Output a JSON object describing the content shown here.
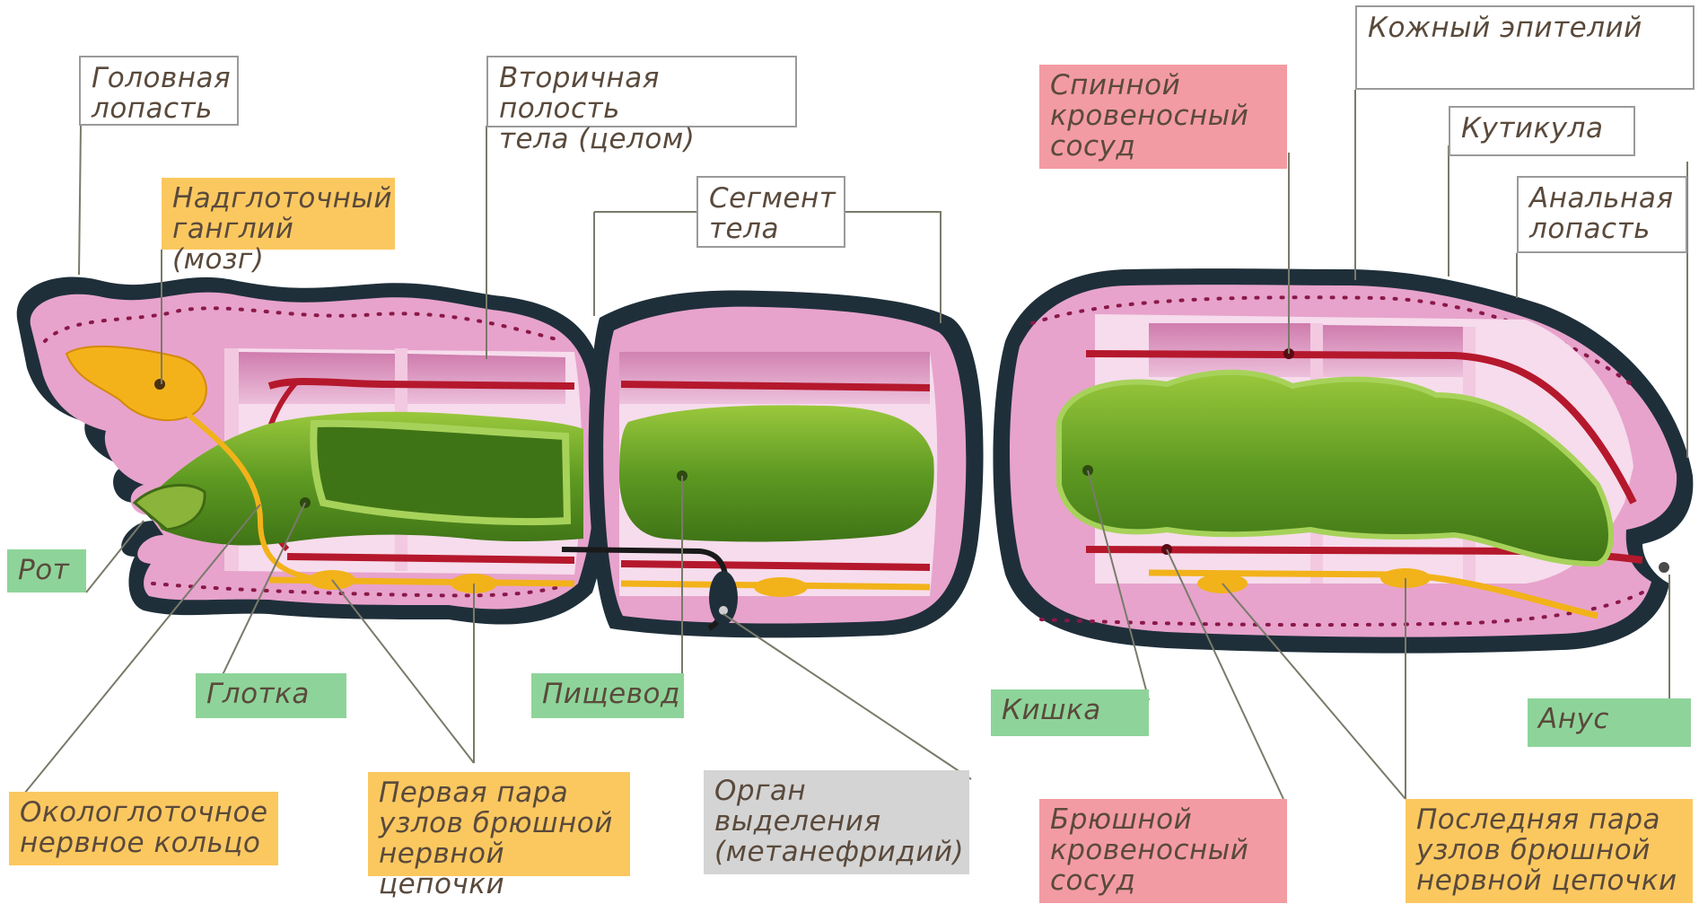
{
  "labels": {
    "head_lobe": "Головная\nлопасть",
    "coelom": "Вторичная полость\nтела (целом)",
    "ganglion": "Надглоточный\nганглий (мозг)",
    "segment": "Сегмент\nтела",
    "mouth": "Рот",
    "pharynx": "Глотка",
    "esophagus": "Пищевод",
    "nerve_ring": "Окологлоточное\nнервное кольцо",
    "first_nodes": "Первая пара\nузлов брюшной\nнервной цепочки",
    "excretory": "Орган\nвыделения\n(метанефридий)",
    "dorsal_vessel": "Спинной\nкровеносный\nсосуд",
    "skin": "Кожный эпителий",
    "cuticle": "Кутикула",
    "anal_lobe": "Анальная\nлопасть",
    "intestine": "Кишка",
    "anus": "Анус",
    "ventral_vessel": "Брюшной\nкровеносный\nсосуд",
    "last_nodes": "Последняя пара\nузлов брюшной\nнервной цепочки"
  },
  "colors": {
    "body_outline": "#1f2f3a",
    "tissue_pink": "#e7a3cc",
    "cavity": "#f6dcec",
    "gut_green": "#6aa42c",
    "nerve_yellow": "#f2b21a",
    "vessel_red": "#b5182c",
    "label_green": "#8ed49a",
    "label_orange": "#fbc860",
    "label_pink": "#f39ba2",
    "label_gray": "#d4d4d4"
  }
}
